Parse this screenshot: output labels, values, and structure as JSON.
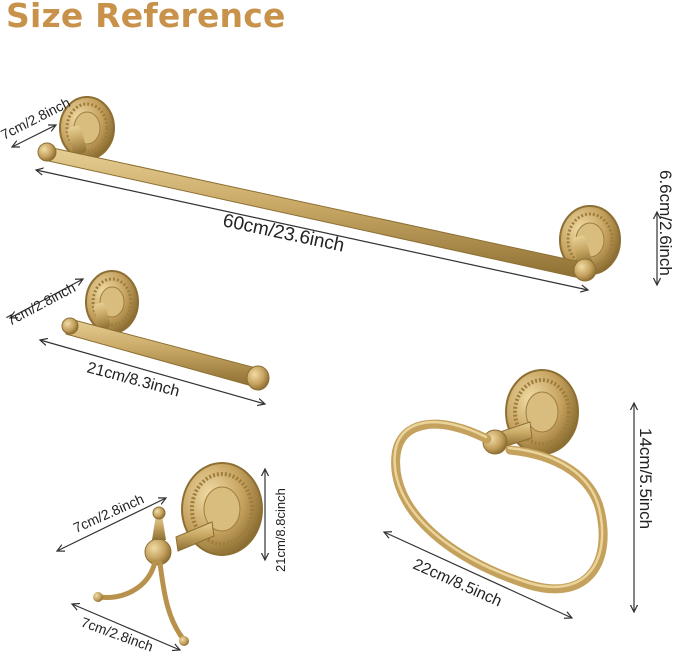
{
  "title": "Size Reference",
  "colors": {
    "title": "#c8924a",
    "brass": "#c9a865",
    "brass_dark": "#8d6f33",
    "dimension_line": "#333333"
  },
  "items": [
    {
      "name": "towel-bar",
      "dims": {
        "base": "7cm/2.8inch",
        "length": "60cm/23.6inch",
        "height": "6.6cm/2.6inch"
      }
    },
    {
      "name": "toilet-paper-holder",
      "dims": {
        "base": "7cm/2.8inch",
        "length": "21cm/8.3inch"
      }
    },
    {
      "name": "robe-hook",
      "dims": {
        "base": "7cm/2.8inch",
        "height": "21cm/8.8cinch",
        "bottom": "7cm/2.8inch"
      }
    },
    {
      "name": "towel-ring",
      "dims": {
        "height": "14cm/5.5inch",
        "width": "22cm/8.5inch"
      }
    }
  ]
}
